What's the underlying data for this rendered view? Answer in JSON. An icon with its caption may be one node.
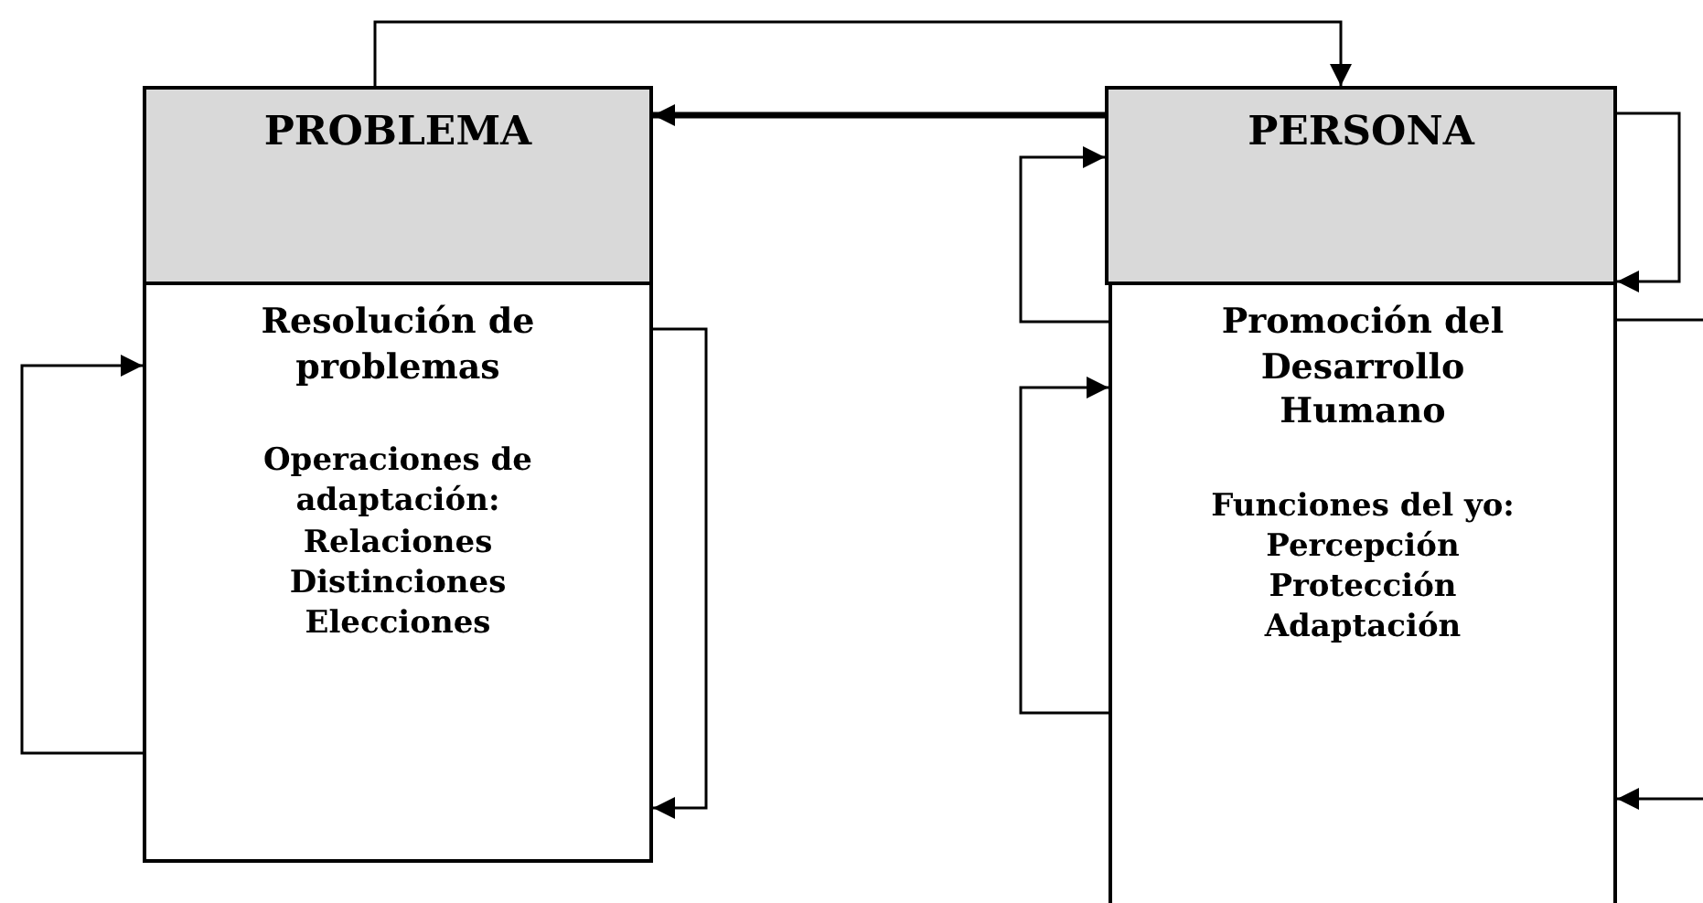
{
  "diagram": {
    "nodes": [
      {
        "text": [
          "PROBLEMA"
        ]
      },
      {
        "text": [
          "Resolución de problemas",
          "Operaciones de adaptación: Relaciones Distinciones Elecciones"
        ]
      },
      {
        "text": [
          "PERSONA"
        ]
      },
      {
        "text": [
          "Promoción del Desarrollo Humano",
          "Funciones del yo: Percepción Protección Adaptación"
        ]
      }
    ],
    "edges": [
      {
        "from": 0,
        "to": 2,
        "arrow": "to"
      },
      {
        "from": 2,
        "to": 0,
        "arrow": "to",
        "style": "thick"
      },
      {
        "from": 2,
        "to": 2,
        "arrow": "to"
      },
      {
        "from": 3,
        "to": 2,
        "arrow": "to"
      },
      {
        "from": 1,
        "to": 1,
        "arrow": "to"
      },
      {
        "from": 1,
        "to": 1,
        "arrow": "to"
      },
      {
        "from": 3,
        "to": 3,
        "arrow": "to"
      },
      {
        "from": 3,
        "to": null,
        "arrow": "none"
      },
      {
        "from": null,
        "to": 3,
        "arrow": "to"
      }
    ]
  }
}
